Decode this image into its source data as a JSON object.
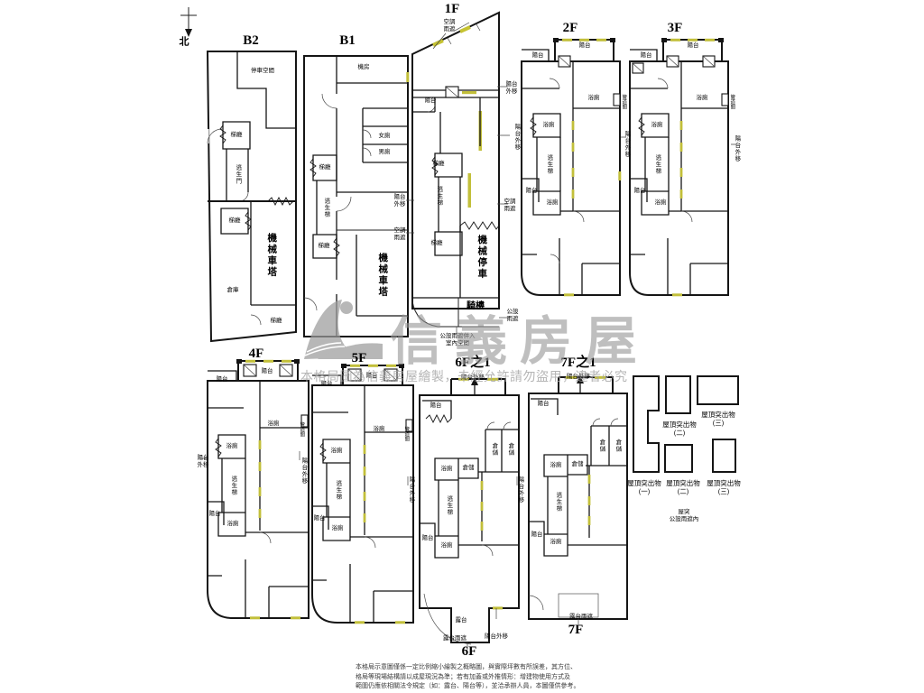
{
  "compass": {
    "north": "北"
  },
  "titles": {
    "b2": "B2",
    "b1": "B1",
    "f1": "1F",
    "f2": "2F",
    "f3": "3F",
    "f4": "4F",
    "f5": "5F",
    "f6a": "6F之1",
    "f7a": "7F之1",
    "f6": "6F",
    "f7": "7F"
  },
  "rooms": {
    "parking_space": "停車空間",
    "stair_hall": "梯廳",
    "escape_door": "逃生門",
    "machine_car_tower": "機械車塔",
    "warehouse": "倉庫",
    "machine_room": "機房",
    "womens_toilet": "女廁",
    "mens_toilet": "男廁",
    "escape_stair": "逃生梯",
    "mechanical_parking": "機械停車",
    "balcony": "陽台",
    "bathroom": "浴廁",
    "storage": "倉儲",
    "terrace": "露台",
    "arcade": "騎樓",
    "pipe_duct": "管道間"
  },
  "annotations": {
    "balcony_out": "陽台外移",
    "balcony_out_2line": "陽台\n外移",
    "ac_canopy_2line": "空調\n雨遮",
    "common_canopy_2line": "公設\n雨遮",
    "terrace_canopy": "露台雨遮",
    "common_into_indoor": "公設雨遮併入\n室內空間",
    "roof1": "屋頂突出物\n(一)",
    "roof2": "屋頂突出物\n(二)",
    "roof3": "屋頂突出物\n(三)",
    "roof_note": "屋突\n公設雨遮內"
  },
  "watermark": {
    "brand": "信義房屋",
    "notice": "本格局圖為信義房屋繪製，未經允許請勿盜用，違者必究"
  },
  "disclaimer": {
    "line1": "本格局示意圖僅係一定比例縮小繪製之概略圖，與實際坪數有所誤差，其方位、",
    "line2": "格局等現場結構請以成屋現況為準；若有加蓋或外推情形：增建物使用方式及",
    "line3": "範圍仍應依相關法令規定（如：露台、陽台等），並洽承辦人員，本圖僅供參考。"
  }
}
